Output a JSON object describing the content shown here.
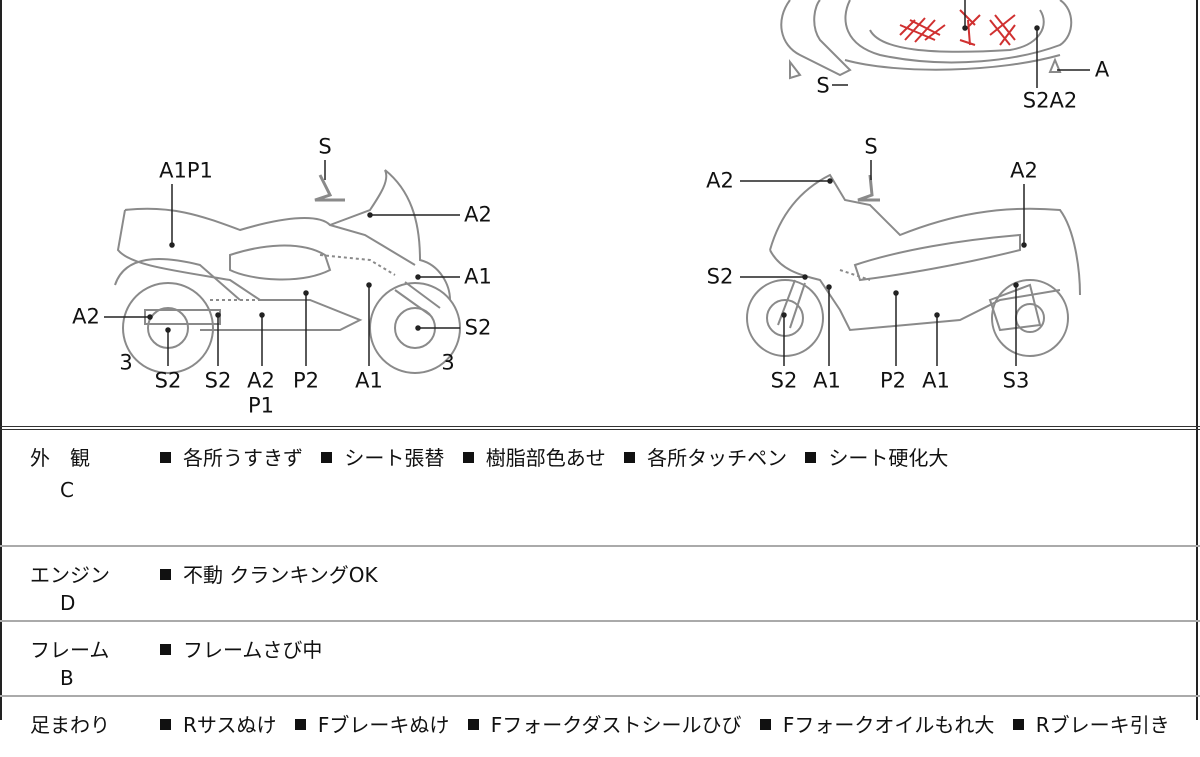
{
  "diagram": {
    "top_view": {
      "labels": [
        "S",
        "A",
        "S2A2"
      ]
    },
    "left_side": {
      "labels": [
        "S",
        "A1P1",
        "A2",
        "A1",
        "A2",
        "S2",
        "3",
        "3",
        "S2",
        "S2",
        "A2",
        "P1",
        "P2",
        "A1"
      ]
    },
    "right_side": {
      "labels": [
        "S",
        "A2",
        "A2",
        "S2",
        "S2",
        "A1",
        "P2",
        "A1",
        "S3"
      ]
    },
    "damage_color": "#d03030"
  },
  "sections": [
    {
      "category": "外　観",
      "grade": "C",
      "items": [
        "各所うすきず",
        "シート張替",
        "樹脂部色あせ",
        "各所タッチペン",
        "シート硬化大"
      ]
    },
    {
      "category": "エンジン",
      "grade": "D",
      "items": [
        "不動 クランキングOK"
      ]
    },
    {
      "category": "フレーム",
      "grade": "B",
      "items": [
        "フレームさび中"
      ]
    },
    {
      "category": "足まわり",
      "grade": "",
      "items": [
        "Rサスぬけ",
        "Fブレーキぬけ",
        "Fフォークダストシールひび",
        "Fフォークオイルもれ大",
        "Rブレーキ引き"
      ]
    }
  ]
}
